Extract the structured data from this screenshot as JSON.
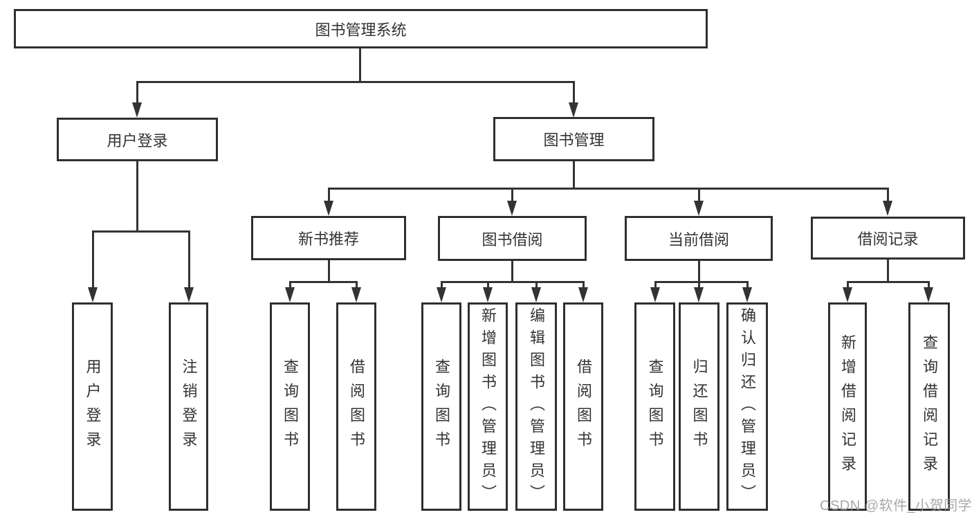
{
  "diagram_title": "图书管理系统",
  "nodes": {
    "root": {
      "label": "图书管理系统"
    },
    "user_login": {
      "label": "用户登录"
    },
    "book_mgmt": {
      "label": "图书管理"
    },
    "new_book_rec": {
      "label": "新书推荐"
    },
    "book_borrow": {
      "label": "图书借阅"
    },
    "current_borrow": {
      "label": "当前借阅"
    },
    "borrow_record": {
      "label": "借阅记录"
    },
    "leaf_user_login": {
      "label": "用户登录"
    },
    "leaf_logout": {
      "label": "注销登录"
    },
    "leaf_rec_query_book": {
      "label": "查询图书"
    },
    "leaf_rec_borrow_book": {
      "label": "借阅图书"
    },
    "leaf_bb_query_book": {
      "label": "查询图书"
    },
    "leaf_bb_add_book": {
      "label": "新增图书（管理员）"
    },
    "leaf_bb_edit_book": {
      "label": "编辑图书（管理员）"
    },
    "leaf_bb_borrow_book": {
      "label": "借阅图书"
    },
    "leaf_cb_query_book": {
      "label": "查询图书"
    },
    "leaf_cb_return_book": {
      "label": "归还图书"
    },
    "leaf_cb_confirm_return": {
      "label": "确认归还（管理员）"
    },
    "leaf_br_add_record": {
      "label": "新增借阅记录"
    },
    "leaf_br_query_record": {
      "label": "查询借阅记录"
    }
  },
  "hierarchy": {
    "root": [
      "user_login",
      "book_mgmt"
    ],
    "user_login": [
      "leaf_user_login",
      "leaf_logout"
    ],
    "book_mgmt": [
      "new_book_rec",
      "book_borrow",
      "current_borrow",
      "borrow_record"
    ],
    "new_book_rec": [
      "leaf_rec_query_book",
      "leaf_rec_borrow_book"
    ],
    "book_borrow": [
      "leaf_bb_query_book",
      "leaf_bb_add_book",
      "leaf_bb_edit_book",
      "leaf_bb_borrow_book"
    ],
    "current_borrow": [
      "leaf_cb_query_book",
      "leaf_cb_return_book",
      "leaf_cb_confirm_return"
    ],
    "borrow_record": [
      "leaf_br_add_record",
      "leaf_br_query_record"
    ]
  },
  "watermark": {
    "text": "CSDN @软件_小贺同学"
  },
  "colors": {
    "background": "#ffffff",
    "box_border": "#2f2f2f",
    "line": "#333333",
    "text": "#333333",
    "watermark": "#9c9c9c"
  }
}
